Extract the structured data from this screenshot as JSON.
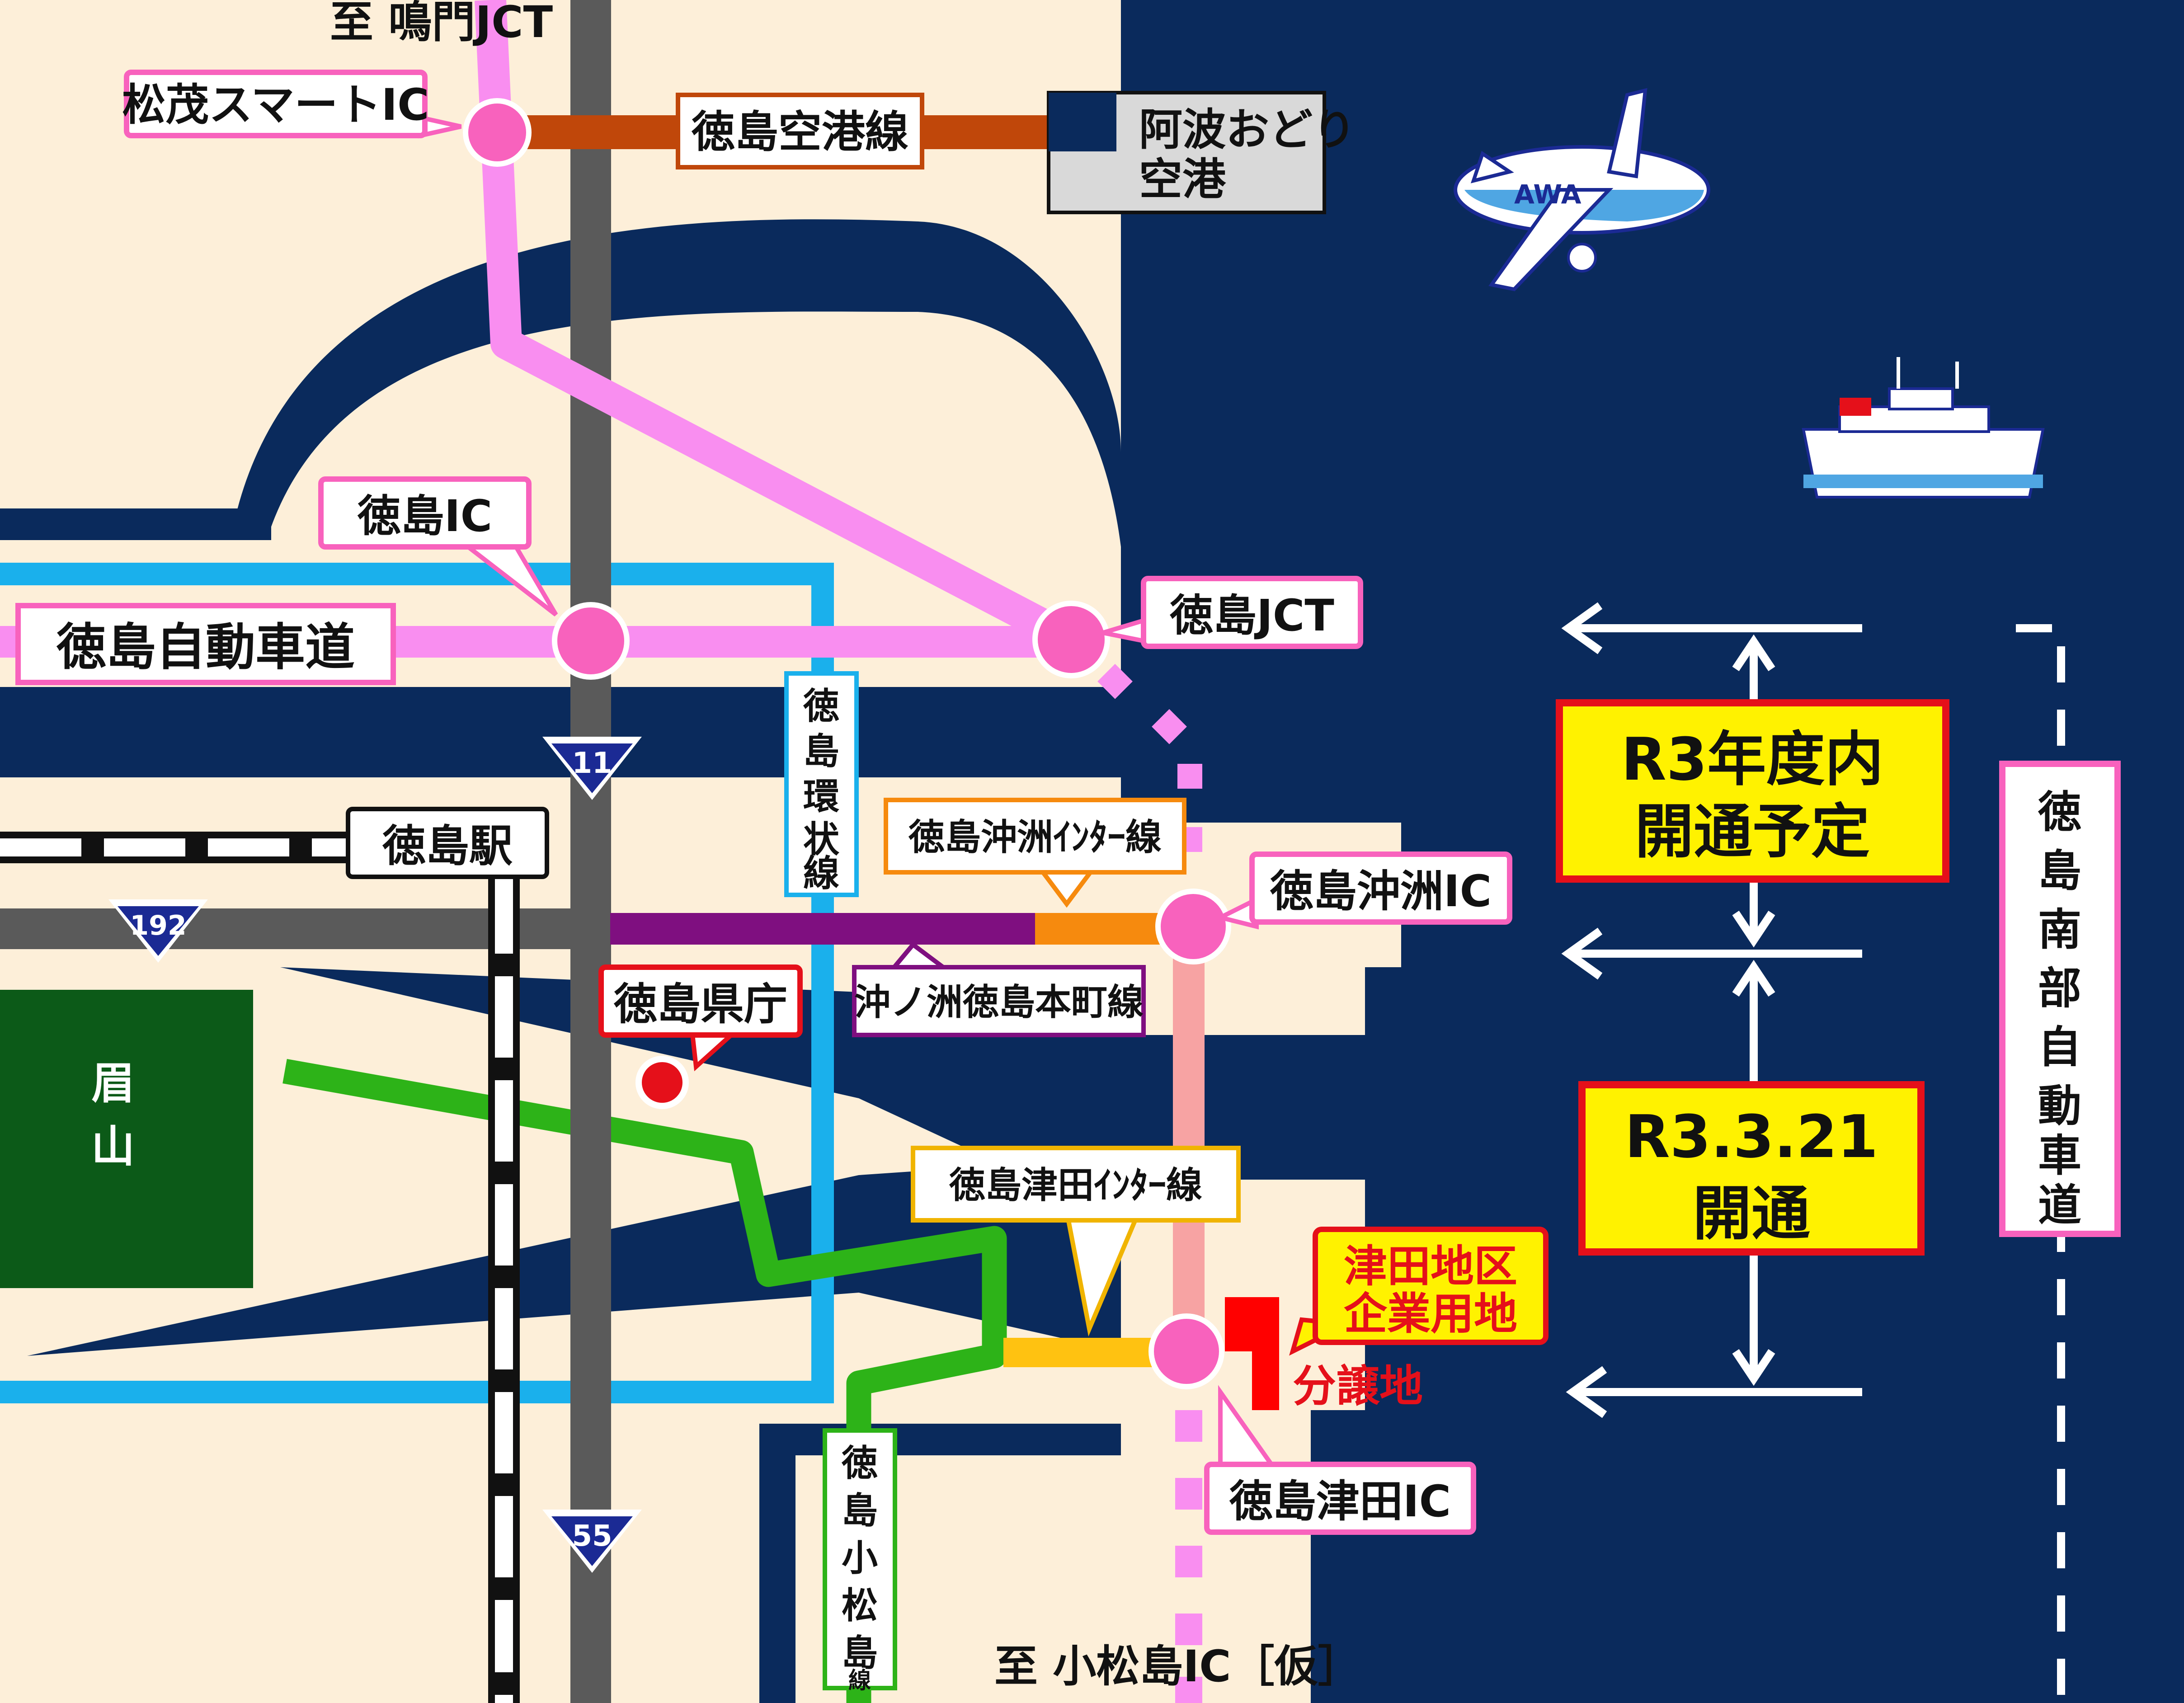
{
  "directions": {
    "north": "至 鳴門JCT",
    "south": "至 小松島IC［仮］"
  },
  "interchanges": {
    "matsushige": "松茂スマートIC",
    "tokushima_ic": "徳島IC",
    "tokushima_jct": "徳島JCT",
    "okinosu_ic": "徳島沖洲IC",
    "tsuda_ic": "徳島津田IC"
  },
  "roads": {
    "airport_line": "徳島空港線",
    "expressway": "徳島自動車道",
    "ring_line": "徳島環状線",
    "okinosu_inter_line": "徳島沖洲ｲﾝﾀｰ線",
    "okinosu_honmachi_line": "沖ノ洲徳島本町線",
    "tsuda_inter_line": "徳島津田ｲﾝﾀｰ線",
    "komatsushima_line": "徳島小松島線",
    "southern_expressway": "徳島南部自動車道",
    "route_11": "11",
    "route_55": "55",
    "route_192": "192"
  },
  "places": {
    "airport": "阿波おどり空港",
    "station": "徳島駅",
    "prefectural_office": "徳島県庁",
    "mount_bizan": "眉山",
    "industrial_site": "津田地区企業用地",
    "lots_for_sale": "分譲地",
    "plane_livery": "AWA"
  },
  "schedule": {
    "upper_section": "R3年度内開通予定",
    "lower_section_date": "R3.3.21",
    "lower_section_status": "開通"
  },
  "colors": {
    "sea": "#0a2a5c",
    "land": "#fdefd9",
    "expressway": "#f98ef0",
    "ring_line": "#1ab0ec",
    "komatsushima_line": "#2db318",
    "airport_line": "#c0470a",
    "highlight_box": "#fff200",
    "highlight_border": "#e5101a",
    "mountain": "#0c5a18"
  }
}
